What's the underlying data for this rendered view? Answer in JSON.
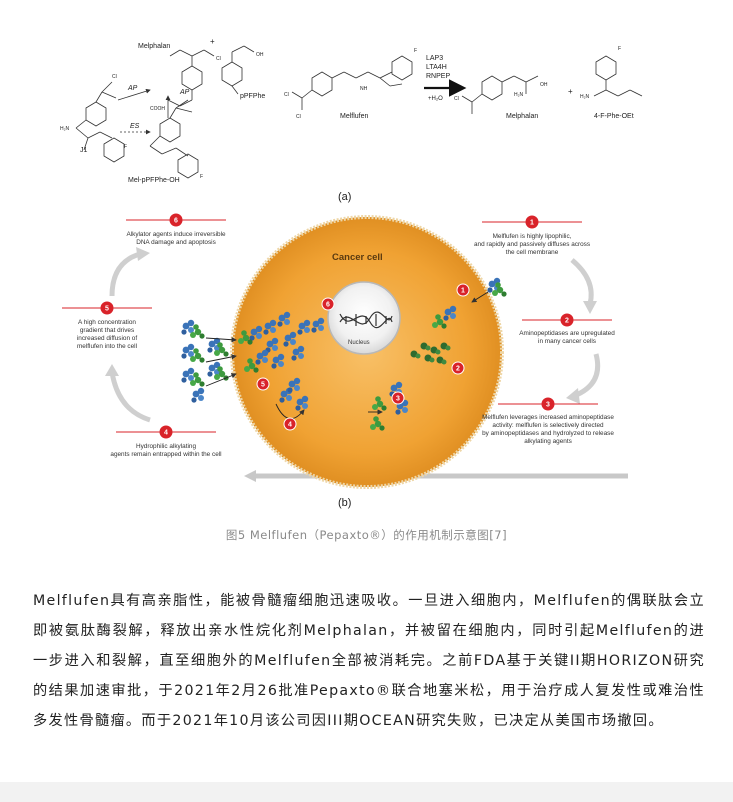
{
  "figure": {
    "panel_a": {
      "label": "(a)",
      "left": {
        "melphalan": "Melphalan",
        "ppfphe": "pPFPhe",
        "ap1": "AP",
        "ap2": "AP",
        "es": "ES",
        "j1": "J1",
        "melppfphe": "Mel-pPFPhe-OH",
        "plus": "+"
      },
      "right": {
        "melflufen": "Melflufen",
        "enzymes": [
          "LAP3",
          "LTA4H",
          "RNPEP"
        ],
        "water": "+H₂O",
        "melphalan": "Melphalan",
        "plus": "+",
        "fphe_oet": "4-F-Phe-OEt"
      },
      "atoms": {
        "cl": "Cl",
        "n": "N",
        "f": "F",
        "h2n": "H₂N",
        "nh": "NH",
        "o": "O",
        "oh": "OH",
        "cooh": "COOH"
      }
    },
    "panel_b": {
      "label": "(b)",
      "cell_label": "Cancer cell",
      "nucleus_label": "Nucleus",
      "steps": [
        {
          "n": "1",
          "text": [
            "Melflufen is highly lipophilic,",
            "and rapidly and passively diffuses across",
            "the cell membrane"
          ]
        },
        {
          "n": "2",
          "text": [
            "Aminopeptidases are upregulated",
            "in many cancer cells"
          ]
        },
        {
          "n": "3",
          "text": [
            "Melflufen leverages increased aminopeptidase",
            "activity: melflufen is selectively directed",
            "by aminopeptidases and hydrolyzed to release",
            "alkylating agents"
          ]
        },
        {
          "n": "4",
          "text": [
            "Hydrophilic alkylating",
            "agents remain entrapped within the cell"
          ]
        },
        {
          "n": "5",
          "text": [
            "A high concentration",
            "gradient that drives",
            "increased diffusion of",
            "melflufen into the cell"
          ]
        },
        {
          "n": "6",
          "text": [
            "Alkylator agents induce irreversible",
            "DNA damage and apoptosis"
          ]
        }
      ]
    }
  },
  "caption": "图5 Melflufen（Pepaxto®）的作用机制示意图[7]",
  "paragraph": "Melflufen具有高亲脂性，能被骨髓瘤细胞迅速吸收。一旦进入细胞内，Melflufen的偶联肽会立即被氨肽酶裂解，释放出亲水性烷化剂Melphalan，并被留在细胞内，同时引起Melflufen的进一步进入和裂解，直至细胞外的Melflufen全部被消耗完。之前FDA基于关键II期HORIZON研究的结果加速审批，于2021年2月26批准Pepaxto®联合地塞米松，用于治疗成人复发性或难治性多发性骨髓瘤。而于2021年10月该公司因III期OCEAN研究失败，已决定从美国市场撤回。",
  "colors": {
    "cell_fill": "#f3a93b",
    "cell_edge": "#e9c98a",
    "step_red": "#d9232a",
    "blue_molecule": "#3a73b8",
    "green_molecule": "#3d9a3f",
    "dark_green": "#2e6b2f",
    "arrow_gray": "#c8c8c8"
  }
}
